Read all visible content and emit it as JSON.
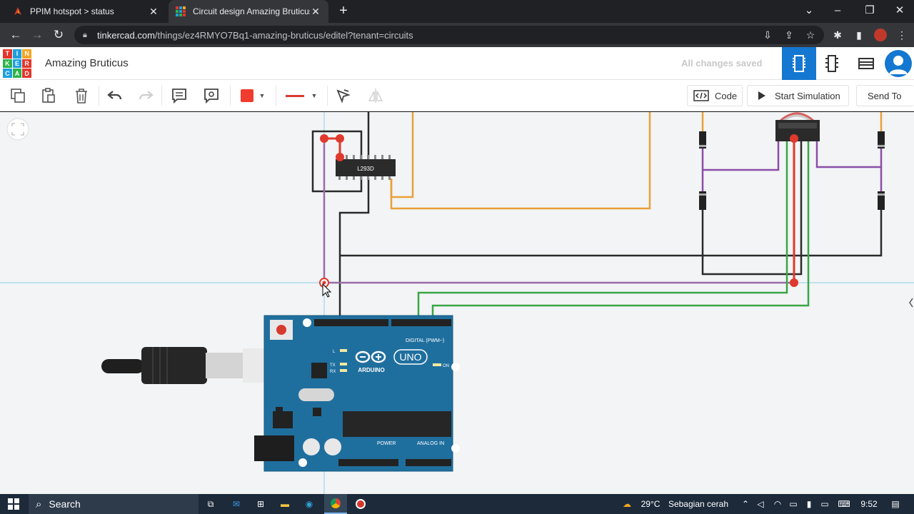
{
  "browser": {
    "tabs": [
      {
        "title": "PPIM hotspot > status",
        "active": false
      },
      {
        "title": "Circuit design Amazing Bruticus |",
        "active": true
      }
    ],
    "url_host": "tinkercad.com",
    "url_path": "/things/ez4RMYO7Bq1-amazing-bruticus/editel?tenant=circuits"
  },
  "app": {
    "logo_letters": [
      "T",
      "I",
      "N",
      "K",
      "E",
      "R",
      "C",
      "A",
      "D"
    ],
    "logo_colors": [
      "#e3352b",
      "#1e9fdb",
      "#f5a623",
      "#2cb34a",
      "#1e9fdb",
      "#e3352b",
      "#1e9fdb",
      "#2cb34a",
      "#e3352b"
    ],
    "project_title": "Amazing Bruticus",
    "save_status": "All changes saved",
    "accent": "#1477d1"
  },
  "toolbar": {
    "code_label": "Code",
    "simulate_label": "Start Simulation",
    "send_label": "Send To",
    "wire_color": "#f03c2e"
  },
  "canvas": {
    "ic_label": "L293D",
    "board": {
      "digital_label": "DIGITAL (PWM~)",
      "brand": "ARDUINO",
      "model": "UNO",
      "power_label": "POWER",
      "analog_label": "ANALOG IN",
      "on_label": "ON",
      "tx_label": "TX",
      "rx_label": "RX",
      "l_label": "L"
    }
  },
  "taskbar": {
    "search_label": "Search",
    "weather_temp": "29°C",
    "weather_desc": "Sebagian cerah",
    "clock": "9:52"
  }
}
